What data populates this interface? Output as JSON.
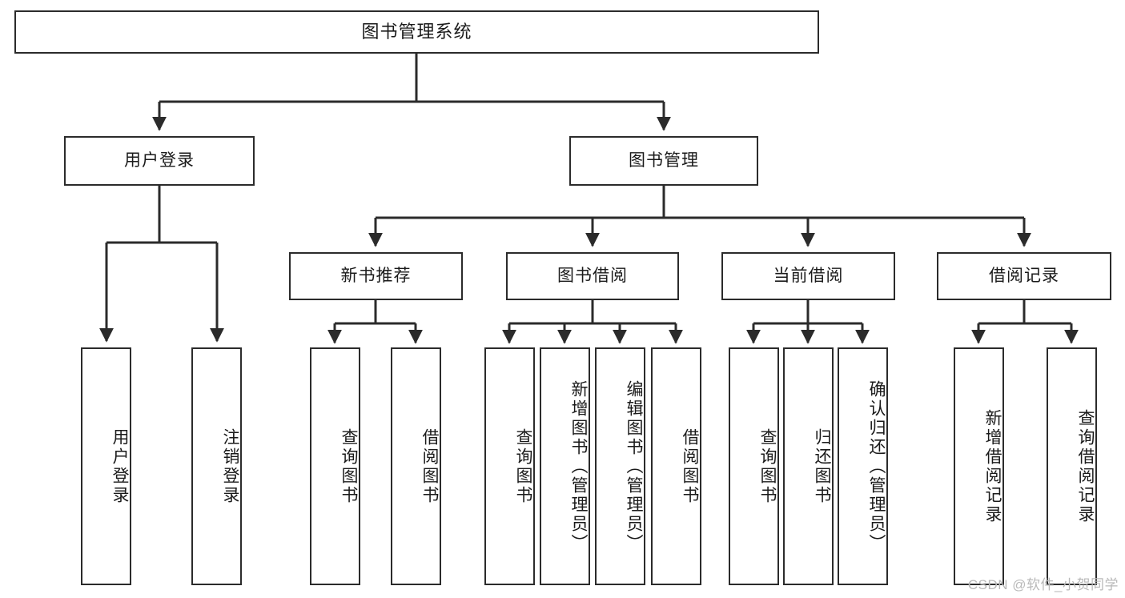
{
  "diagram": {
    "title": "图书管理系统",
    "type": "tree-hierarchy",
    "watermark": "CSDN @软件_小贺同学",
    "colors": {
      "box_border": "#2b2b2b",
      "box_fill": "#ffffff",
      "edge": "#2b2b2b",
      "text": "#1a1a1a",
      "watermark": "#b9b9b9",
      "background": "#ffffff"
    },
    "nodes": {
      "root": {
        "label": "图书管理系统"
      },
      "level2": [
        {
          "id": "user-login",
          "label": "用户登录"
        },
        {
          "id": "book-manage",
          "label": "图书管理"
        }
      ],
      "level3": [
        {
          "id": "new-book-recommend",
          "label": "新书推荐"
        },
        {
          "id": "book-borrow",
          "label": "图书借阅"
        },
        {
          "id": "current-borrow",
          "label": "当前借阅"
        },
        {
          "id": "borrow-record",
          "label": "借阅记录"
        }
      ],
      "leaves": {
        "user-login": [
          {
            "id": "leaf-user-login",
            "label": "用户登录"
          },
          {
            "id": "leaf-user-logout",
            "label": "注销登录"
          }
        ],
        "new-book-recommend": [
          {
            "id": "leaf-query-book-1",
            "label": "查询图书"
          },
          {
            "id": "leaf-borrow-book-1",
            "label": "借阅图书"
          }
        ],
        "book-borrow": [
          {
            "id": "leaf-query-book-2",
            "label": "查询图书"
          },
          {
            "id": "leaf-add-book-admin",
            "label": "新增图书（管理员）"
          },
          {
            "id": "leaf-edit-book-admin",
            "label": "编辑图书（管理员）"
          },
          {
            "id": "leaf-borrow-book-2",
            "label": "借阅图书"
          }
        ],
        "current-borrow": [
          {
            "id": "leaf-query-book-3",
            "label": "查询图书"
          },
          {
            "id": "leaf-return-book",
            "label": "归还图书"
          },
          {
            "id": "leaf-confirm-return-admin",
            "label": "确认归还（管理员）"
          }
        ],
        "borrow-record": [
          {
            "id": "leaf-add-borrow-record",
            "label": "新增借阅记录"
          },
          {
            "id": "leaf-query-borrow-record",
            "label": "查询借阅记录"
          }
        ]
      }
    }
  }
}
